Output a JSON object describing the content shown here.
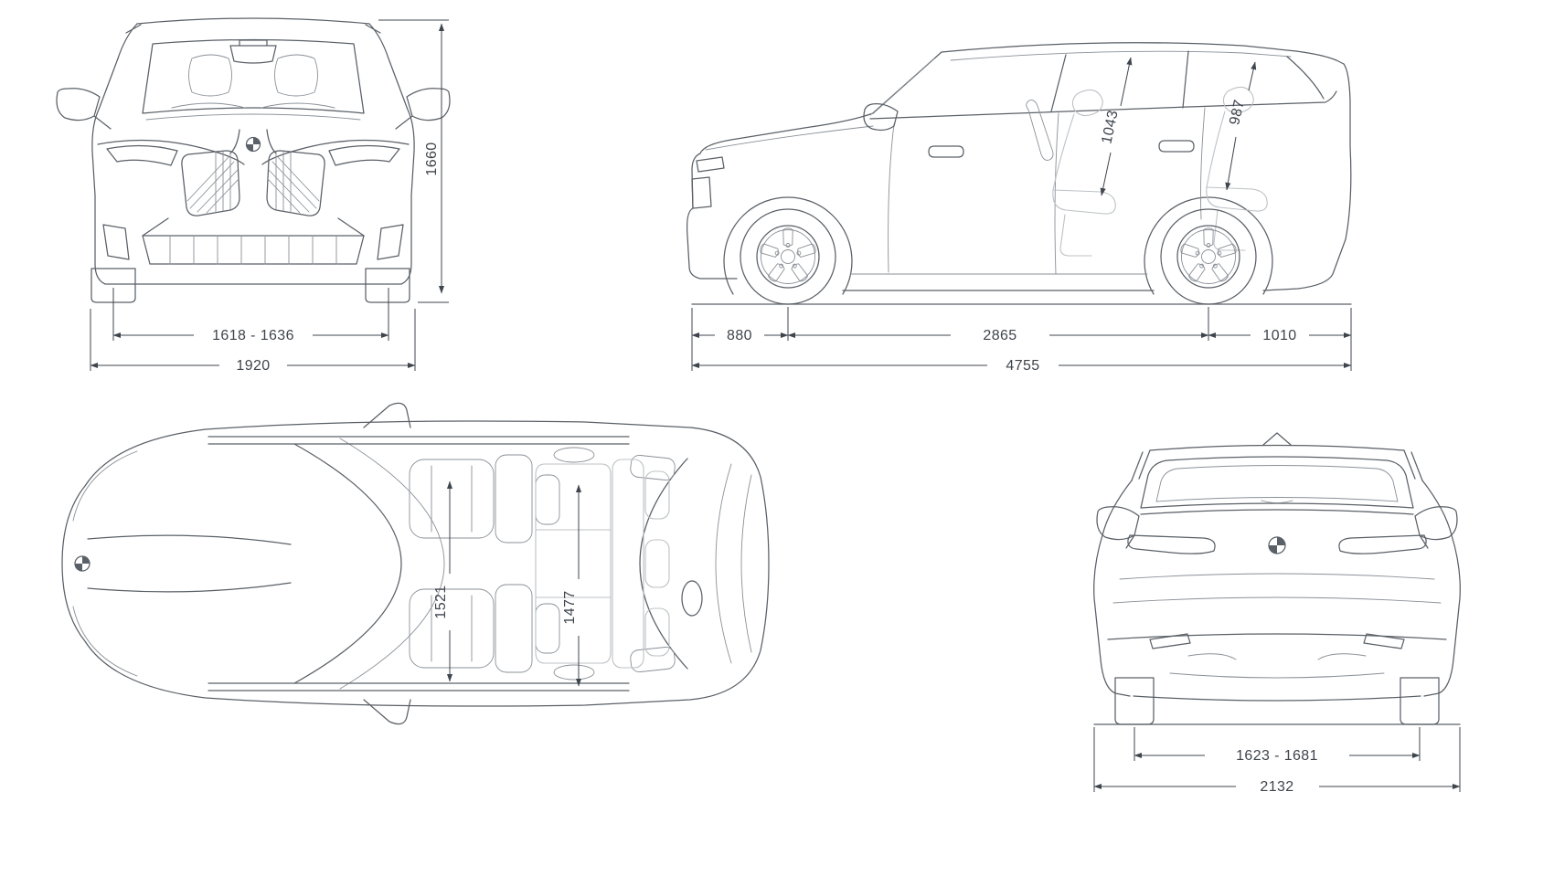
{
  "diagram": {
    "front_view": {
      "track_width": "1618 - 1636",
      "overall_width": "1920",
      "overall_height": "1660"
    },
    "side_view": {
      "front_headroom": "1043",
      "rear_headroom": "987",
      "front_overhang": "880",
      "wheelbase": "2865",
      "rear_overhang": "1010",
      "overall_length": "4755"
    },
    "top_view": {
      "front_shoulder_width": "1521",
      "rear_shoulder_width": "1477"
    },
    "rear_view": {
      "track_width": "1623 - 1681",
      "overall_width_mirrors": "2132"
    },
    "colors": {
      "car_outline": "#5a6067",
      "car_detail": "#8a9097",
      "seat_lines": "#bdc1c5",
      "dimension": "#3f454d",
      "background": "#ffffff"
    }
  }
}
